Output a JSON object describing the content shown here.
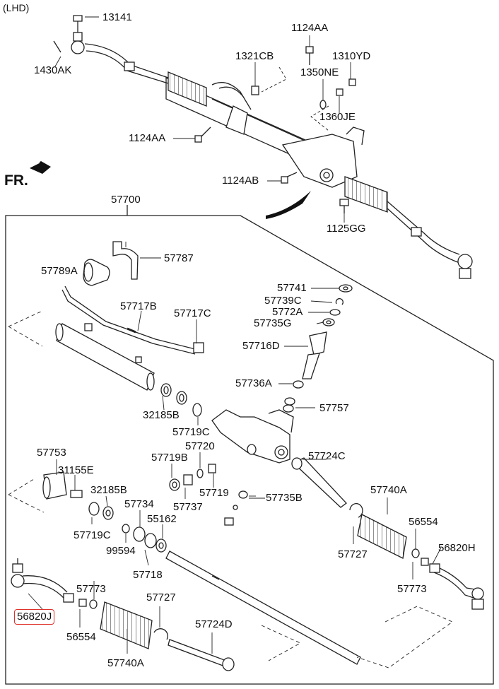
{
  "diagram": {
    "corner_note": "(LHD)",
    "direction_label": "FR.",
    "assembly_label": "57700",
    "highlight_color": "#e0302a",
    "parts": {
      "p13141": "13141",
      "p1430AK": "1430AK",
      "p1124AA_top": "1124AA",
      "p1321CB": "1321CB",
      "p1310YD": "1310YD",
      "p1350NE": "1350NE",
      "p1360JE": "1360JE",
      "p1124AA_mid": "1124AA",
      "p1124AB": "1124AB",
      "p1125GG": "1125GG",
      "p57787": "57787",
      "p57789A": "57789A",
      "p57717B": "57717B",
      "p57717C": "57717C",
      "p57741": "57741",
      "p57739C": "57739C",
      "p5772A": "5772A",
      "p57735G": "57735G",
      "p57716D": "57716D",
      "p57736A": "57736A",
      "p57757": "57757",
      "p32185B_a": "32185B",
      "p57719C_a": "57719C",
      "p57720": "57720",
      "p57719B": "57719B",
      "p57724C": "57724C",
      "p57719": "57719",
      "p57737": "57737",
      "p57735B": "57735B",
      "p57753": "57753",
      "p31155E": "31155E",
      "p32185B_b": "32185B",
      "p57734": "57734",
      "p55162": "55162",
      "p57719C_b": "57719C",
      "p99594": "99594",
      "p57718": "57718",
      "p57740A_r": "57740A",
      "p57727_r": "57727",
      "p56554_r": "56554",
      "p56820H": "56820H",
      "p57773_r": "57773",
      "p57773_l": "57773",
      "p56820J": "56820J",
      "p56554_l": "56554",
      "p57727_l": "57727",
      "p57724D": "57724D",
      "p57740A_l": "57740A"
    }
  }
}
